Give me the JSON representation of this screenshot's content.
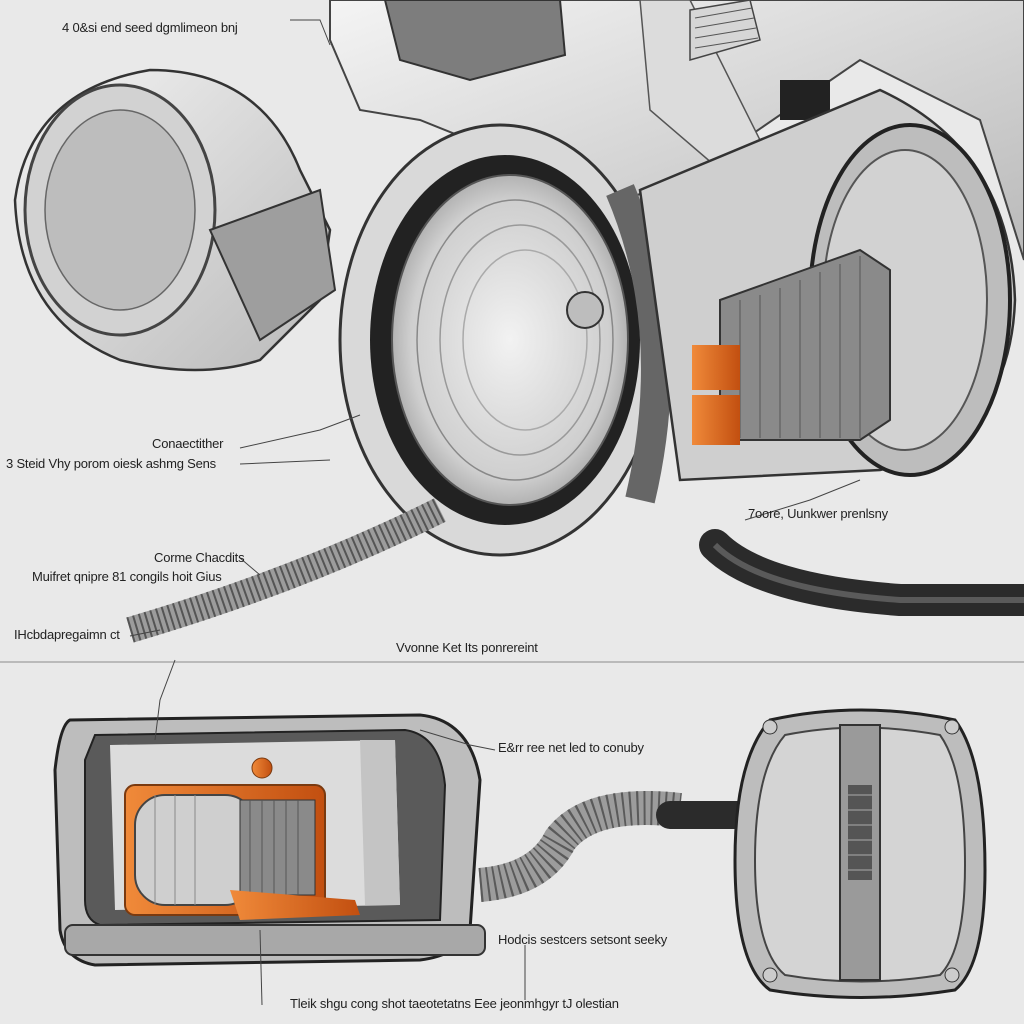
{
  "labels": {
    "top_callout": "4 0&si end seed dgmlimeon bnj",
    "callout_1_line1": "Conaectither",
    "callout_1_line2": "3 Steid Vhy porom oiesk ashmg Sens",
    "callout_2_line1": "Corme Chacdits",
    "callout_2_line2": "Muifret qnipre 81 congils hoit Gius",
    "callout_3": "IHcbdapregaimn ct",
    "callout_4": "7oore, Uunkwer prenlsny",
    "divider_caption": "Vvonne Ket Its ponrereint",
    "callout_5": "E&rr ree net led to conuby",
    "callout_6": "Hodcis sestcers setsont seeky",
    "bottom_caption": "Tleik shgu cong shot taeotetatns Eee jeonmhgyr tJ olestian"
  },
  "colors": {
    "background": "#e9e9e9",
    "housing": "#c9c9c9",
    "outline": "#3a3a3a",
    "accent_orange": "#e0661c",
    "hose_dark": "#333333"
  }
}
